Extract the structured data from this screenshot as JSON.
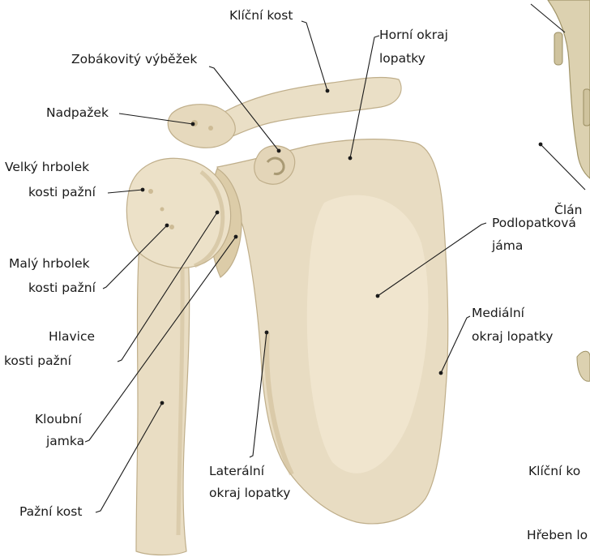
{
  "colors": {
    "bone_fill": "#e8dcc2",
    "bone_shade": "#cdbb95",
    "bone_light": "#f3ead6",
    "label_text": "#1a1a1a",
    "background": "#ffffff"
  },
  "labels": {
    "klicni_kost": "Klíční kost",
    "horni_okraj_1": "Horní okraj",
    "horni_okraj_2": "lopatky",
    "zobakovity": "Zobákovitý výběžek",
    "nadpazek": "Nadpažek",
    "velky_hrbolek_1": "Velký hrbolek",
    "velky_hrbolek_2": "kosti pažní",
    "maly_hrbolek_1": "Malý hrbolek",
    "maly_hrbolek_2": "kosti pažní",
    "hlavice_1": "Hlavice",
    "hlavice_2": "kosti pažní",
    "kloubni_1": "Kloubní",
    "kloubni_2": "jamka",
    "pazni_kost": "Pažní kost",
    "lateralni_1": "Laterální",
    "lateralni_2": "okraj lopatky",
    "podlopatkova_1": "Podlopatková",
    "podlopatkova_2": "jáma",
    "medialni_1": "Mediální",
    "medialni_2": "okraj lopatky",
    "clan": "Člán",
    "klicni_ko": "Klíční ko",
    "hreben": "Hřeben lo"
  }
}
